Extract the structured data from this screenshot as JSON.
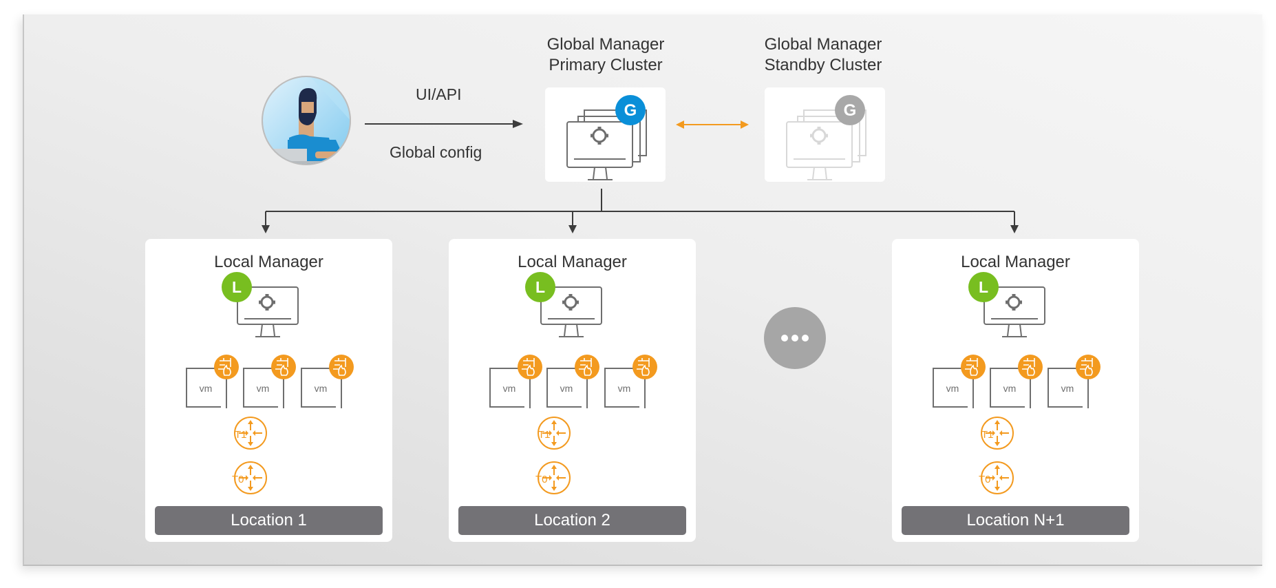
{
  "colors": {
    "global_primary": "#0a8fd8",
    "global_standby": "#a8a8a8",
    "local_badge": "#78be20",
    "firewall": "#f39a1f",
    "router": "#f39a1f",
    "location_bar": "#737276",
    "connector": "#3c3c3c",
    "sync_arrow": "#f39a1f"
  },
  "user": {
    "avatar": "admin-user-avatar",
    "flow_top_label": "UI/API",
    "flow_bottom_label": "Global config"
  },
  "global_primary": {
    "title_line1": "Global Manager",
    "title_line2": "Primary Cluster",
    "badge": "G",
    "icon": "cluster-monitor-gear-icon"
  },
  "global_standby": {
    "title_line1": "Global Manager",
    "title_line2": "Standby Cluster",
    "badge": "G",
    "icon": "cluster-monitor-gear-icon"
  },
  "locations": [
    {
      "title": "Local Manager",
      "badge": "L",
      "vms": [
        "vm",
        "vm",
        "vm"
      ],
      "tiers": [
        "T1",
        "T0"
      ],
      "location": "Location 1"
    },
    {
      "title": "Local Manager",
      "badge": "L",
      "vms": [
        "vm",
        "vm",
        "vm"
      ],
      "tiers": [
        "T1",
        "T0"
      ],
      "location": "Location 2"
    },
    {
      "title": "Local Manager",
      "badge": "L",
      "vms": [
        "vm",
        "vm",
        "vm"
      ],
      "tiers": [
        "T1",
        "T0"
      ],
      "location": "Location N+1"
    }
  ],
  "ellipsis": "more-locations"
}
